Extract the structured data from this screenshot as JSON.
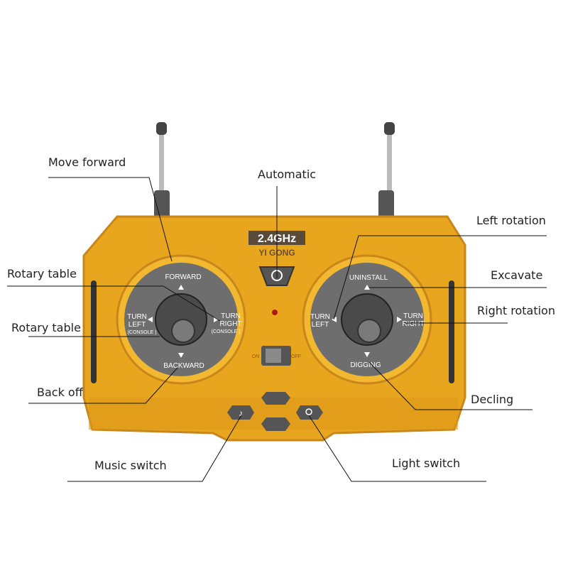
{
  "annotations": {
    "move_forward": "Move forward",
    "automatic": "Automatic",
    "left_rotation": "Left rotation",
    "rotary_table_1": "Rotary table",
    "excavate": "Excavate",
    "rotary_table_2": "Rotary table",
    "right_rotation": "Right rotation",
    "back_off": "Back off",
    "decling": "Decling",
    "music_switch": "Music switch",
    "light_switch": "Light switch"
  },
  "controller": {
    "frequency": "2.4GHz",
    "brand": "YI GONG",
    "power_on": "ON",
    "power_off": "OFF",
    "left_dial": {
      "up": "FORWARD",
      "down": "BACKWARD",
      "left_1": "TURN",
      "left_2": "LEFT",
      "left_3": "(CONSOLE )",
      "right_1": "TURN",
      "right_2": "RIGHT",
      "right_3": "(CONSOLE )"
    },
    "right_dial": {
      "up": "UNINSTALL",
      "down": "DIGGING",
      "left_1": "TURN",
      "left_2": "LEFT",
      "right_1": "TURN",
      "right_2": "RIGHT"
    }
  },
  "colors": {
    "body": "#e8a61e",
    "dial": "#6e6e6e",
    "line": "#111111"
  }
}
